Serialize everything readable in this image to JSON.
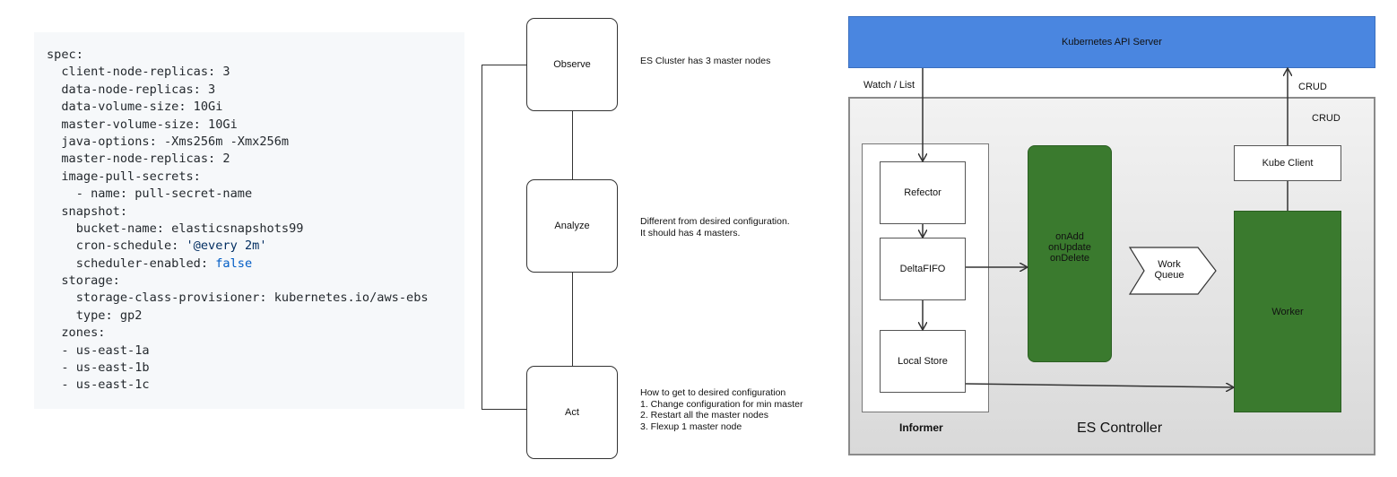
{
  "yaml": {
    "lines": [
      [
        {
          "t": "spec:"
        }
      ],
      [
        {
          "t": "  client-node-replicas: 3"
        }
      ],
      [
        {
          "t": "  data-node-replicas: 3"
        }
      ],
      [
        {
          "t": "  data-volume-size: 10Gi"
        }
      ],
      [
        {
          "t": "  master-volume-size: 10Gi"
        }
      ],
      [
        {
          "t": "  java-options: -Xms256m -Xmx256m"
        }
      ],
      [
        {
          "t": "  master-node-replicas: 2"
        }
      ],
      [
        {
          "t": "  image-pull-secrets:"
        }
      ],
      [
        {
          "t": "    - name: pull-secret-name"
        }
      ],
      [
        {
          "t": "  snapshot:"
        }
      ],
      [
        {
          "t": "    bucket-name: elasticsnapshots99"
        }
      ],
      [
        {
          "t": "    cron-schedule: "
        },
        {
          "t": "'@every 2m'",
          "c": "str"
        }
      ],
      [
        {
          "t": "    scheduler-enabled: "
        },
        {
          "t": "false",
          "c": "kw"
        }
      ],
      [
        {
          "t": "  storage:"
        }
      ],
      [
        {
          "t": "    storage-class-provisioner: kubernetes.io/aws-ebs"
        }
      ],
      [
        {
          "t": "    type: gp2"
        }
      ],
      [
        {
          "t": "  zones:"
        }
      ],
      [
        {
          "t": "  - us-east-1a"
        }
      ],
      [
        {
          "t": "  - us-east-1b"
        }
      ],
      [
        {
          "t": "  - us-east-1c"
        }
      ]
    ],
    "colors": {
      "string": "#032f62",
      "keyword": "#005cc5",
      "background": "#f6f8fa"
    }
  },
  "ooda": {
    "observe": {
      "label": "Observe",
      "note": "ES Cluster has 3 master nodes"
    },
    "analyze": {
      "label": "Analyze",
      "note": "Different from desired configuration.\nIt should has 4 masters."
    },
    "act": {
      "label": "Act",
      "note": "How to get to desired configuration\n1. Change configuration for min master\n2. Restart all the master nodes\n3. Flexup 1 master node"
    }
  },
  "controller": {
    "api_server": "Kubernetes API Server",
    "watch_list": "Watch / List",
    "crud_outer": "CRUD",
    "crud_inner": "CRUD",
    "kube_client": "Kube Client",
    "refector": "Refector",
    "delta_fifo": "DeltaFIFO",
    "local_store": "Local Store",
    "handlers": "onAdd\nonUpdate\nonDelete",
    "work_queue": "Work\nQueue",
    "worker": "Worker",
    "informer_label": "Informer",
    "es_controller_label": "ES Controller",
    "colors": {
      "api_server": "#4a86e0",
      "green": "#3a7a2e"
    }
  }
}
